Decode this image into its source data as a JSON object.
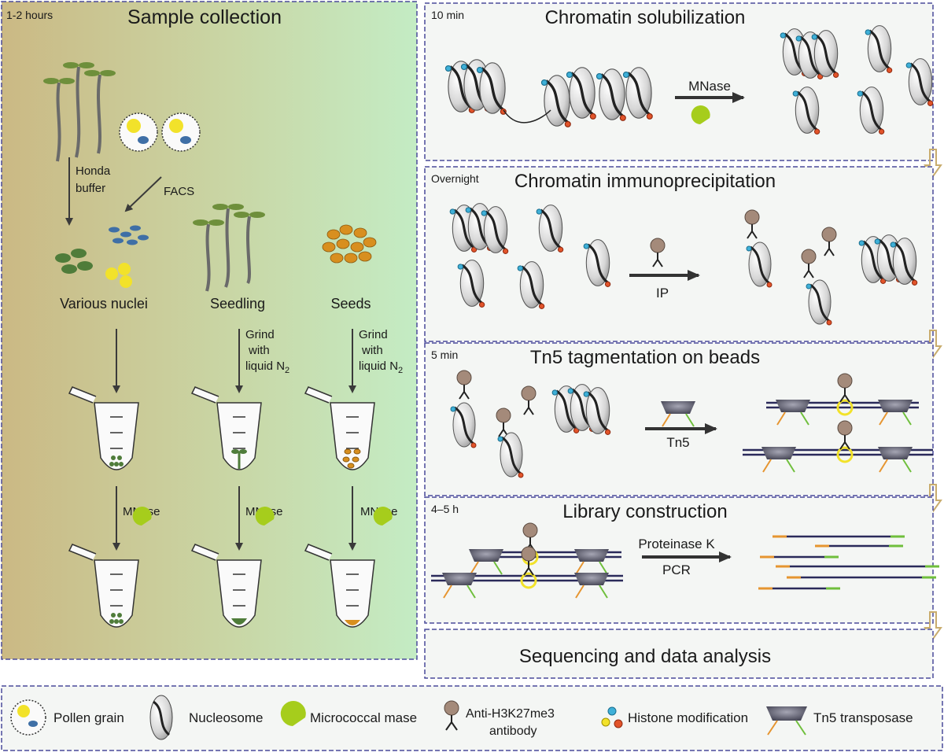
{
  "left_panel": {
    "time": "1-2 hours",
    "title": "Sample collection",
    "honda_buffer": [
      "Honda",
      "buffer"
    ],
    "facs": "FACS",
    "various_nuclei": "Various nuclei",
    "seedling": "Seedling",
    "seeds": "Seeds",
    "grind": [
      "Grind",
      "with",
      "liquid N"
    ],
    "n2_subscript": "2",
    "mnase": "MNase"
  },
  "steps": [
    {
      "time": "10 min",
      "title": "Chromatin solubilization",
      "arrow_label": "MNase"
    },
    {
      "time": "Overnight",
      "title": "Chromatin immunoprecipitation",
      "arrow_label": "IP"
    },
    {
      "time": "5 min",
      "title": "Tn5 tagmentation on beads",
      "arrow_label": "Tn5"
    },
    {
      "time": "4–5 h",
      "title": "Library construction",
      "arrow_label_top": "Proteinase K",
      "arrow_label_bottom": "PCR"
    },
    {
      "title": "Sequencing and data analysis"
    }
  ],
  "legend": {
    "pollen": "Pollen grain",
    "nucleosome": "Nucleosome",
    "mnase": "Micrococcal mase",
    "antibody": [
      "Anti-H3K27me3",
      "antibody"
    ],
    "histone_mod": "Histone modification",
    "tn5": "Tn5 transposase"
  },
  "colors": {
    "left_bg_start": "#cbb984",
    "left_bg_end": "#c4ecc4",
    "panel_bg": "#f4f6f4",
    "border": "#4a4a9a",
    "mnase_green": "#a6cd1c",
    "antibody_brown": "#a48a7a",
    "nucleus_green": "#4f7c3a",
    "nucleus_blue": "#3f6fa6",
    "nucleus_yellow": "#f2e22a",
    "seed_orange": "#d88f1f",
    "flow_arrow": "#c9ad6e",
    "orange_read": "#e69530",
    "green_read": "#6fbf3c"
  }
}
